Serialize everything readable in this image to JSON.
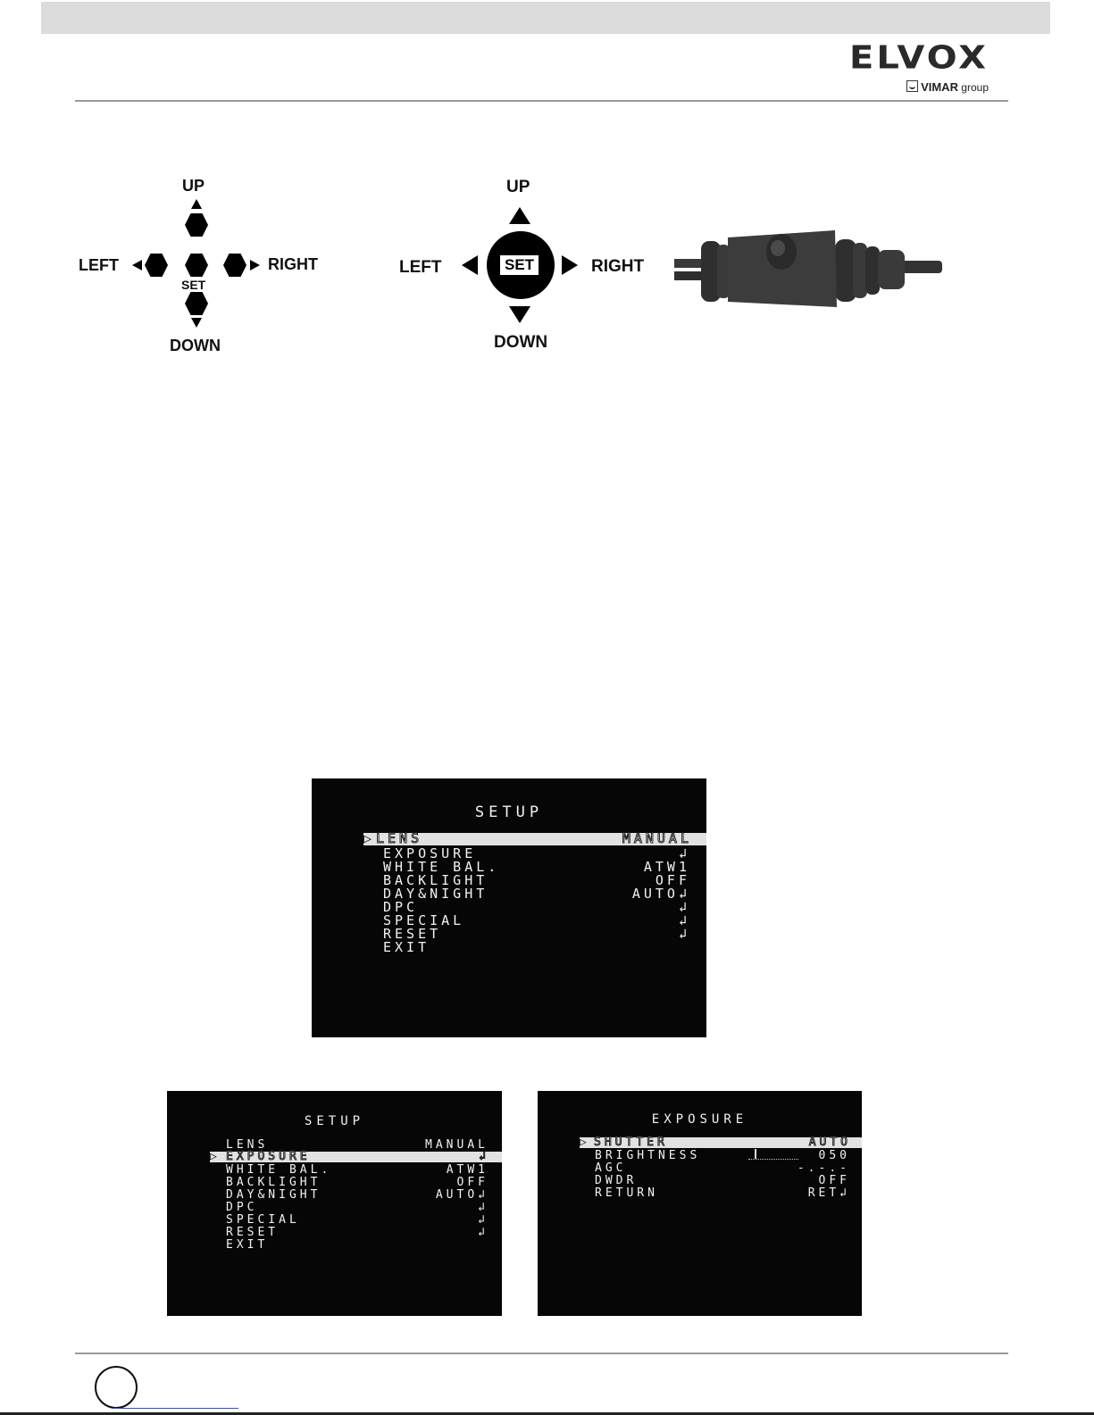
{
  "brand": {
    "logo": "ELVOX",
    "group_name": "VIMAR",
    "group_suffix": "group"
  },
  "diagram_1": {
    "up": "UP",
    "down": "DOWN",
    "left": "LEFT",
    "right": "RIGHT",
    "set": "SET"
  },
  "diagram_2": {
    "up": "UP",
    "down": "DOWN",
    "left": "LEFT",
    "right": "RIGHT",
    "set": "SET"
  },
  "osd_main": {
    "title": "SETUP",
    "items": [
      {
        "label": "LENS",
        "value": "MANUAL",
        "selected": true
      },
      {
        "label": "EXPOSURE",
        "value": "↲"
      },
      {
        "label": "WHITE BAL.",
        "value": "ATW1"
      },
      {
        "label": "BACKLIGHT",
        "value": "OFF"
      },
      {
        "label": "DAY&NIGHT",
        "value": "AUTO↲"
      },
      {
        "label": "DPC",
        "value": "↲"
      },
      {
        "label": "SPECIAL",
        "value": "↲"
      },
      {
        "label": "RESET",
        "value": "↲"
      },
      {
        "label": "EXIT",
        "value": ""
      }
    ]
  },
  "osd_setup_small": {
    "title": "SETUP",
    "items": [
      {
        "label": "LENS",
        "value": "MANUAL"
      },
      {
        "label": "EXPOSURE",
        "value": "↲",
        "selected": true
      },
      {
        "label": "WHITE BAL.",
        "value": "ATW1"
      },
      {
        "label": "BACKLIGHT",
        "value": "OFF"
      },
      {
        "label": "DAY&NIGHT",
        "value": "AUTO↲"
      },
      {
        "label": "DPC",
        "value": "↲"
      },
      {
        "label": "SPECIAL",
        "value": "↲"
      },
      {
        "label": "RESET",
        "value": "↲"
      },
      {
        "label": "EXIT",
        "value": ""
      }
    ]
  },
  "osd_exposure": {
    "title": "EXPOSURE",
    "items": [
      {
        "label": "SHUTTER",
        "value": "AUTO",
        "selected": true
      },
      {
        "label": "BRIGHTNESS",
        "value": "050"
      },
      {
        "label": "AGC",
        "value": "-.-.-"
      },
      {
        "label": "DWDR",
        "value": "OFF"
      },
      {
        "label": "RETURN",
        "value": "RET↲"
      }
    ]
  },
  "colors": {
    "osd_background": "#060606",
    "highlight_bar": "#e2e2e2",
    "header_band": "#dcdcdc"
  }
}
